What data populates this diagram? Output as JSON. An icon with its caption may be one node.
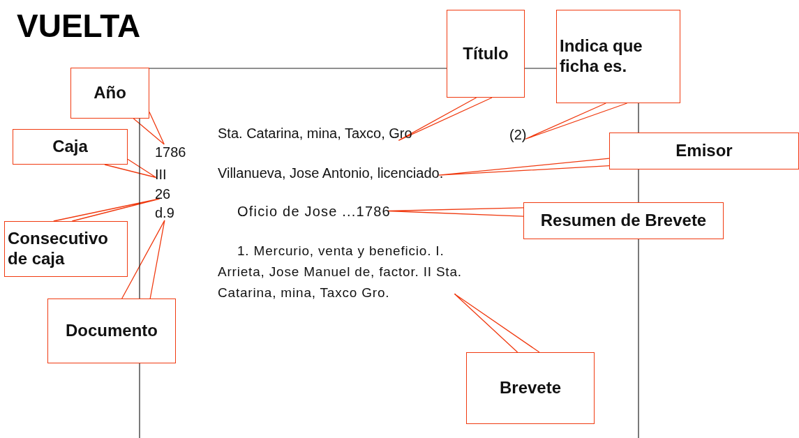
{
  "diagram": {
    "title": "VUELTA",
    "nodes": [
      {
        "text": [
          "Año"
        ]
      },
      {
        "text": [
          "1786"
        ]
      },
      {
        "text": [
          "Caja"
        ]
      },
      {
        "text": [
          "III"
        ]
      },
      {
        "text": [
          "Consecutivo de caja"
        ]
      },
      {
        "text": [
          "26"
        ]
      },
      {
        "text": [
          "Documento"
        ]
      },
      {
        "text": [
          "d.9"
        ]
      },
      {
        "text": [
          "Título"
        ]
      },
      {
        "text": [
          "Sta. Catarina, mina, Taxco, Gro"
        ]
      },
      {
        "text": [
          "Indica que ficha es."
        ]
      },
      {
        "text": [
          "(2)"
        ]
      },
      {
        "text": [
          "Emisor"
        ]
      },
      {
        "text": [
          "Villanueva, Jose Antonio, licenciado."
        ]
      },
      {
        "text": [
          "Resumen de Brevete"
        ]
      },
      {
        "text": [
          "Oficio de Jose ...1786"
        ]
      },
      {
        "text": [
          "1. Mercurio, venta y beneficio. I. Arrieta, Jose Manuel de, factor. II Sta. Catarina, mina, Taxco Gro."
        ]
      },
      {
        "text": [
          "Brevete"
        ]
      }
    ],
    "edges": [
      {
        "from": 0,
        "to": 1,
        "arrow": "none"
      },
      {
        "from": 2,
        "to": 3,
        "arrow": "none"
      },
      {
        "from": 4,
        "to": 5,
        "arrow": "none"
      },
      {
        "from": 6,
        "to": 7,
        "arrow": "none"
      },
      {
        "from": 8,
        "to": 9,
        "arrow": "none"
      },
      {
        "from": 10,
        "to": 11,
        "arrow": "none"
      },
      {
        "from": 12,
        "to": 13,
        "arrow": "none"
      },
      {
        "from": 14,
        "to": 15,
        "arrow": "none"
      },
      {
        "from": 17,
        "to": 16,
        "arrow": "none"
      }
    ]
  }
}
